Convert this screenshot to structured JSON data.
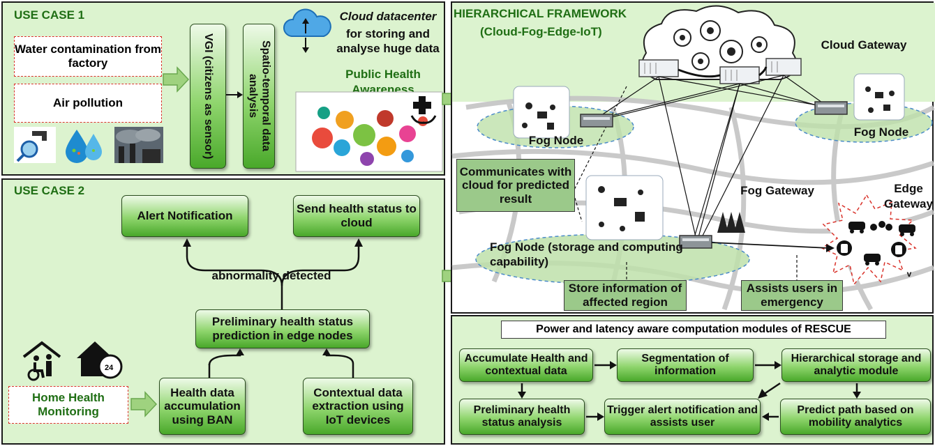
{
  "use_case_1": {
    "title": "USE CASE 1",
    "water": "Water contamination from factory",
    "air": "Air pollution",
    "vgi": "VGI (citizens as sensor)",
    "spatio": "Spatio-temporal data analysis",
    "cloud_title": "Cloud datacenter",
    "cloud_sub": "for storing and analyse huge data",
    "awareness": "Public Health Awareness"
  },
  "use_case_2": {
    "title": "USE CASE 2",
    "alert": "Alert  Notification",
    "send": "Send health status to cloud",
    "abnormal": "abnormality detected",
    "prelim": "Preliminary health status prediction in edge nodes",
    "home": "Home Health Monitoring",
    "ban": "Health data accumulation using BAN",
    "contextual": "Contextual data extraction using IoT devices"
  },
  "framework": {
    "title": "HIERARCHICAL FRAMEWORK",
    "subtitle": "(Cloud-Fog-Edge-IoT)",
    "cloud_gateway": "Cloud Gateway",
    "fog_node_left": "Fog Node",
    "fog_node_right": "Fog Node",
    "communicates": "Communicates with cloud for predicted result",
    "fog_gateway": "Fog Gateway",
    "edge_gateway": "Edge Gateway",
    "fog_node_main": "Fog Node (storage and computing capability)",
    "store": "Store information of affected region",
    "assists": "Assists users in emergency",
    "v": "v"
  },
  "modules": {
    "title": "Power and latency aware computation modules of RESCUE",
    "accumulate": "Accumulate Health and contextual data",
    "segmentation": "Segmentation of information",
    "hierarchical": "Hierarchical storage and analytic module",
    "prelim": "Preliminary health status analysis",
    "trigger": "Trigger alert notification and assists user",
    "predict": "Predict path based on mobility analytics"
  },
  "colors": {
    "panel": "#dcf3cf",
    "title": "#1f6e14",
    "box": "#6cc24a",
    "dashed": "#d9322a"
  }
}
